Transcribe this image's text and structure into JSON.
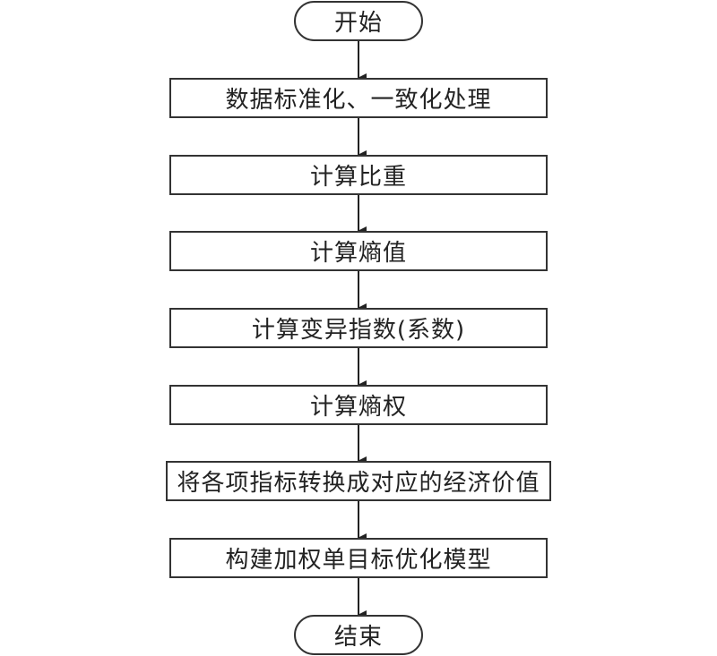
{
  "flowchart": {
    "start": "开始",
    "steps": [
      "数据标准化、一致化处理",
      "计算比重",
      "计算熵值",
      "计算变异指数(系数)",
      "计算熵权",
      "将各项指标转换成对应的经济价值",
      "构建加权单目标优化模型"
    ],
    "end": "结束"
  }
}
